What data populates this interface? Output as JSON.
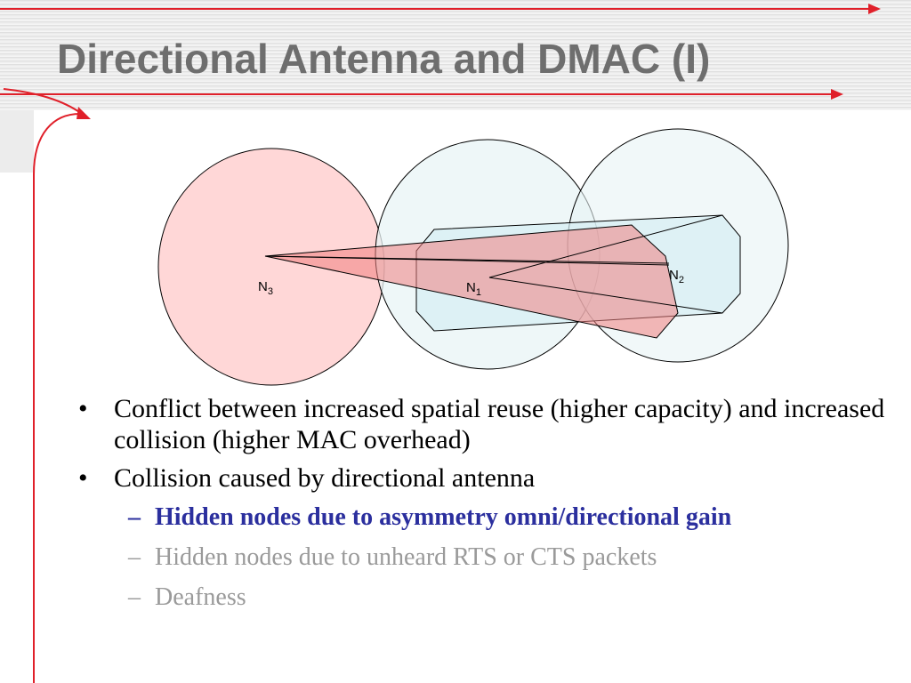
{
  "slide": {
    "title": "Directional Antenna and DMAC (I)",
    "bullet_marker": "•",
    "dash_marker": "–",
    "colors": {
      "title": "#6e6e6e",
      "accent_arrow": "#e0202a",
      "highlight_text": "#2b2f9e",
      "dim_text": "#9a9a9a",
      "red_circle": "#ffd3d3",
      "teal_circle": "#e8f4f5",
      "red_beam": "#f08080",
      "teal_beam": "#d6eef3"
    }
  },
  "diagram": {
    "nodes": [
      {
        "id": "n3",
        "main": "N",
        "sub": "3"
      },
      {
        "id": "n1",
        "main": "N",
        "sub": "1"
      },
      {
        "id": "n2",
        "main": "N",
        "sub": "2"
      }
    ]
  },
  "bullets": [
    {
      "level": 1,
      "text": "Conflict between increased spatial reuse (higher capacity) and increased collision (higher MAC overhead)",
      "style": "normal"
    },
    {
      "level": 1,
      "text": "Collision caused by directional antenna",
      "style": "normal"
    },
    {
      "level": 2,
      "text": "Hidden nodes due to asymmetry omni/directional gain",
      "style": "highlight"
    },
    {
      "level": 2,
      "text": "Hidden nodes due to unheard RTS or CTS packets",
      "style": "dim"
    },
    {
      "level": 2,
      "text": "Deafness",
      "style": "dim"
    }
  ]
}
